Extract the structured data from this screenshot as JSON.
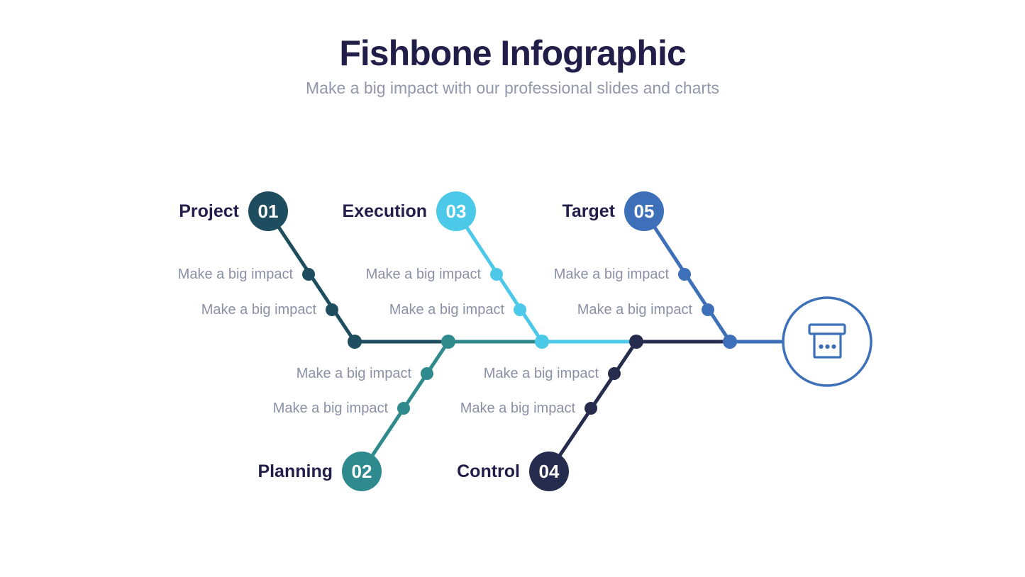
{
  "title": "Fishbone Infographic",
  "subtitle": "Make a big impact with our professional slides and charts",
  "branches": [
    {
      "label": "Project",
      "number": "01",
      "color": "#1d4d5e",
      "side": "top",
      "items": [
        "Make a big impact",
        "Make a big impact"
      ]
    },
    {
      "label": "Planning",
      "number": "02",
      "color": "#2f8a8d",
      "side": "bottom",
      "items": [
        "Make a big impact",
        "Make a big impact"
      ]
    },
    {
      "label": "Execution",
      "number": "03",
      "color": "#4cc9e9",
      "side": "top",
      "items": [
        "Make a big impact",
        "Make a big impact"
      ]
    },
    {
      "label": "Control",
      "number": "04",
      "color": "#262c4e",
      "side": "bottom",
      "items": [
        "Make a big impact",
        "Make a big impact"
      ]
    },
    {
      "label": "Target",
      "number": "05",
      "color": "#3e70ba",
      "side": "top",
      "items": [
        "Make a big impact",
        "Make a big impact"
      ]
    }
  ],
  "end_node": {
    "icon": "archive-box-icon",
    "color": "#3e70ba"
  },
  "colors": {
    "background": "#ffffff",
    "title_text": "#221e4a",
    "subtitle_text": "#9298ab",
    "item_text": "#8a90a5"
  }
}
